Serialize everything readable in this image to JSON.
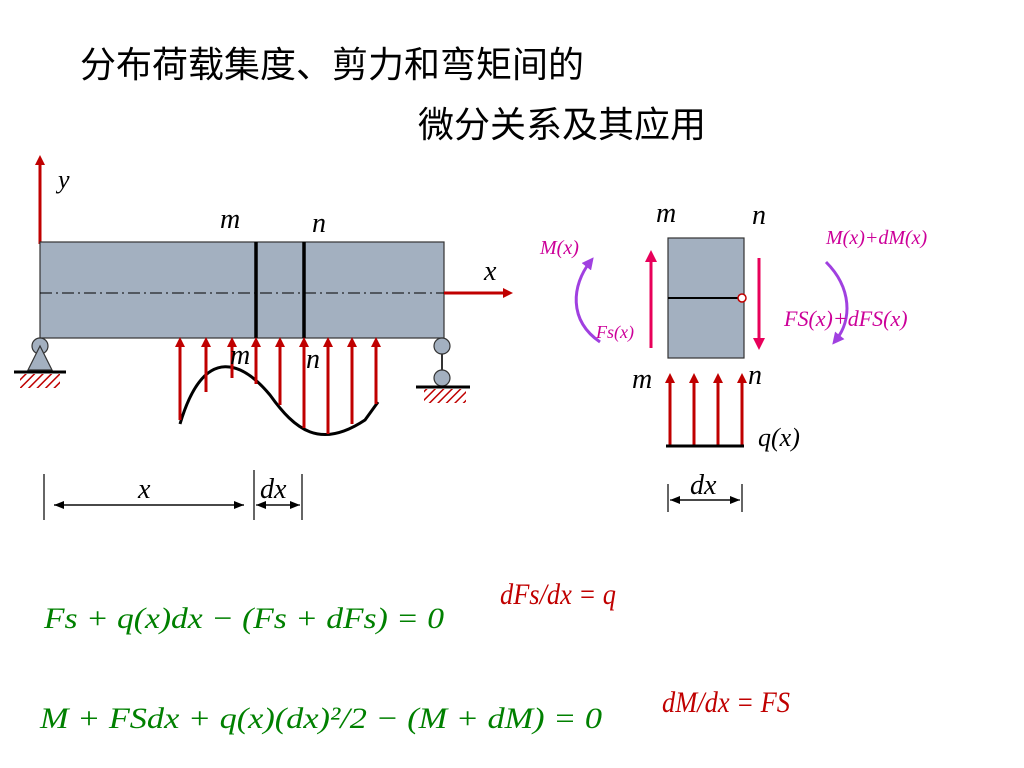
{
  "title": {
    "line1": "分布荷载集度、剪力和弯矩间的",
    "line2": "微分关系及其应用"
  },
  "beam": {
    "axis_y": "y",
    "axis_x": "x",
    "section_m": "m",
    "section_n": "n",
    "dim_x": "x",
    "dim_dx": "dx"
  },
  "element": {
    "section_m": "m",
    "section_n": "n",
    "moment_left": "M(x)",
    "moment_right": "M(x)+dM(x)",
    "shear_left": "Fs(x)",
    "shear_right": "FS(x)+dFS(x)",
    "load": "q(x)",
    "dim_dx": "dx"
  },
  "equations": {
    "eq1": "Fs + q(x)dx − (Fs + dFs) = 0",
    "eq2": "M + FSdx + q(x)(dx)²/2 − (M + dM) = 0",
    "result1": "dFs/dx = q",
    "result2": "dM/dx = FS"
  },
  "colors": {
    "beam_fill": "#a3b0c0",
    "load_arrow": "#c00000",
    "force_arrow": "#e8005a",
    "moment_arrow": "#a040e0",
    "label_magenta": "#cc0099",
    "equation_green": "#008000",
    "result_red": "#c00000"
  }
}
